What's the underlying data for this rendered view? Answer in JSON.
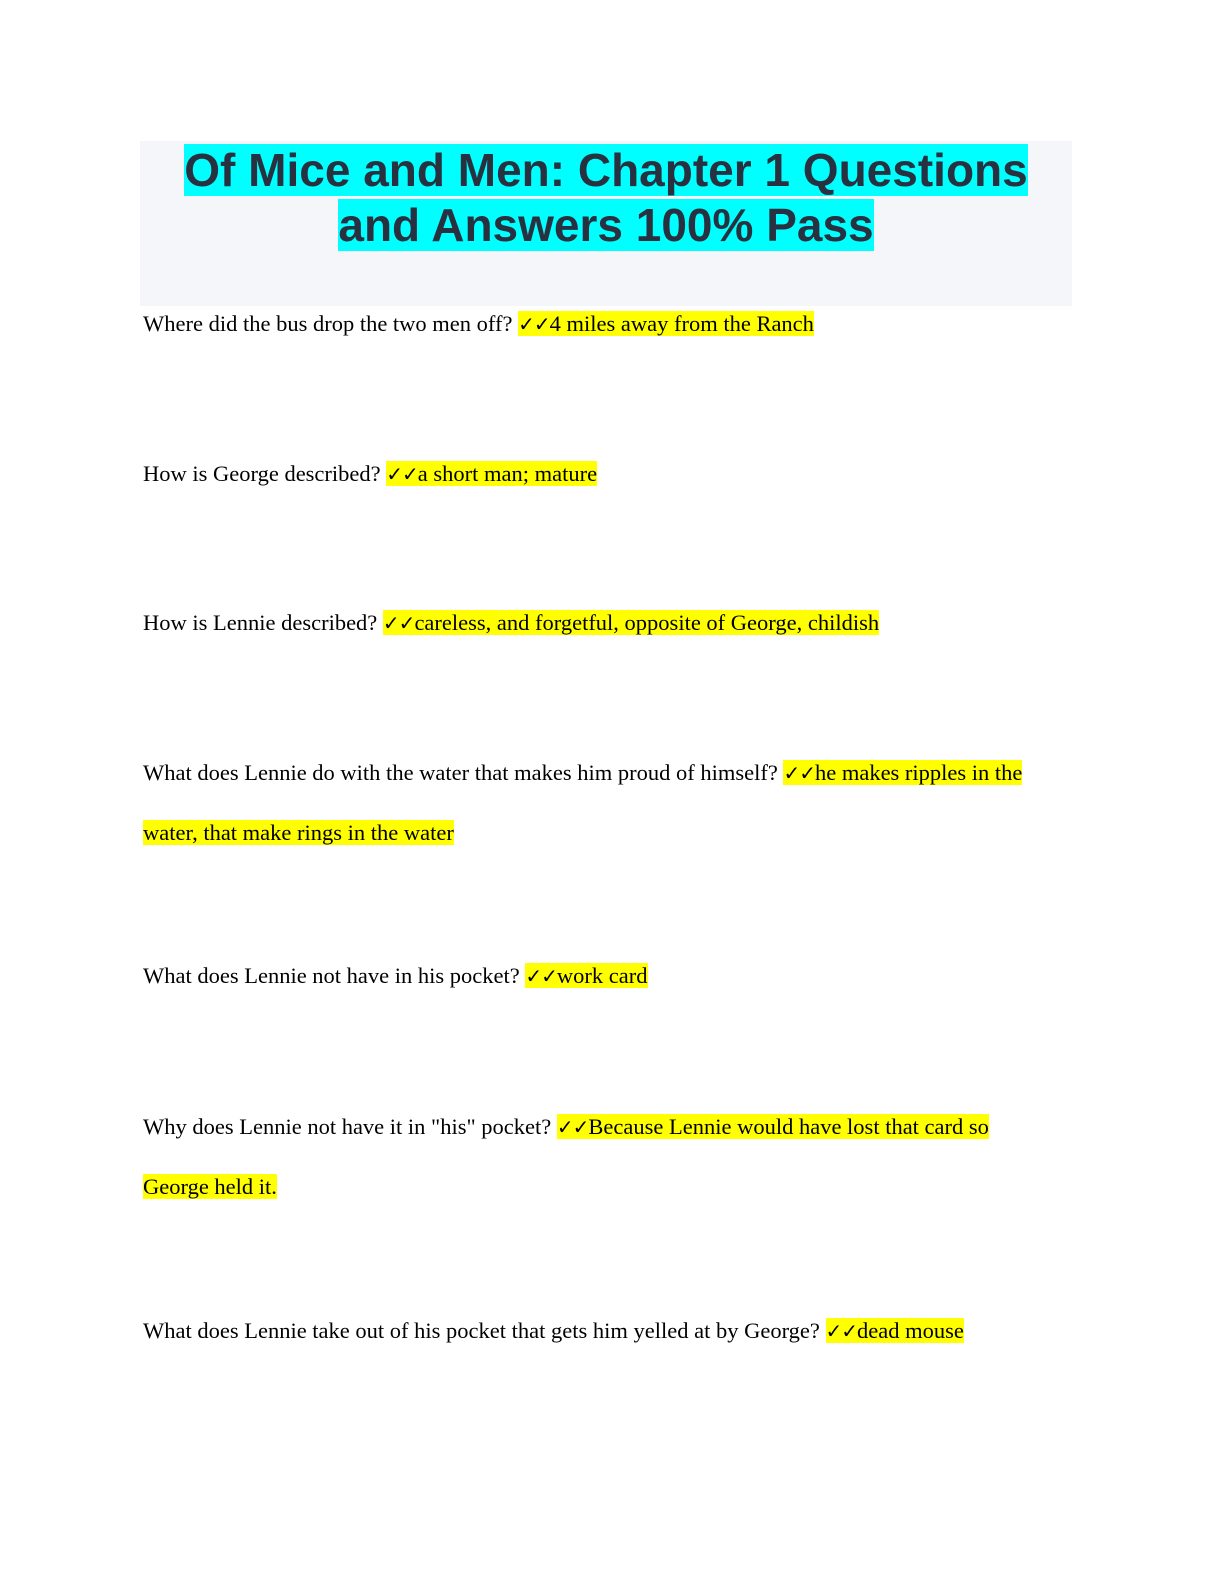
{
  "document": {
    "title": "Of Mice and Men: Chapter 1 Questions and Answers 100% Pass",
    "check_mark": "✓✓",
    "items": [
      {
        "question": "Where did the bus drop the two men off?",
        "answer": "4 miles away from the Ranch"
      },
      {
        "question": "How is George described?",
        "answer": "a short man; mature"
      },
      {
        "question": "How is Lennie described?",
        "answer": "careless, and forgetful, opposite of George, childish"
      },
      {
        "question": "What does Lennie do with the water that makes him proud of himself?",
        "answer": "he makes ripples in the water, that make rings in the water"
      },
      {
        "question": "What does Lennie not have in his pocket?",
        "answer": "work card"
      },
      {
        "question": "Why does Lennie not have it in \"his\" pocket?",
        "answer": "Because Lennie would have lost that card so George held it."
      },
      {
        "question": "What does Lennie take out of his pocket that gets him yelled at by George?",
        "answer": "dead mouse"
      }
    ]
  }
}
